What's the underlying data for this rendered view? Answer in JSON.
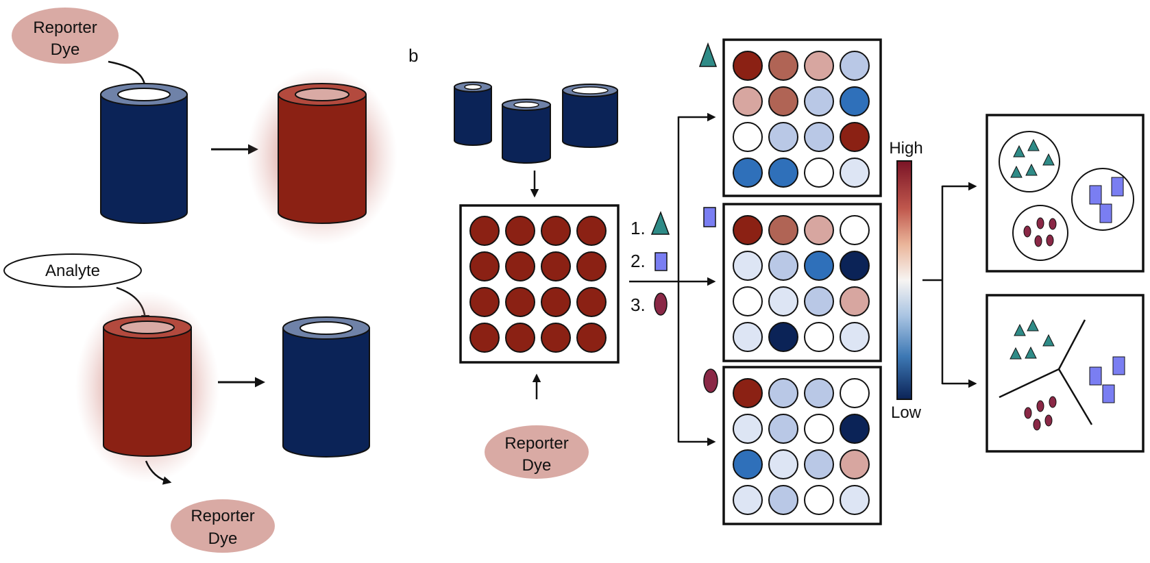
{
  "panel_b_label": "b",
  "left_panel": {
    "top_dye_label_line1": "Reporter",
    "top_dye_label_line2": "Dye",
    "analyte_label": "Analyte",
    "bottom_dye_label_line1": "Reporter",
    "bottom_dye_label_line2": "Dye"
  },
  "middle": {
    "dye_label_line1": "Reporter",
    "dye_label_line2": "Dye",
    "steps": [
      {
        "number": "1.",
        "shape": "triangle"
      },
      {
        "number": "2.",
        "shape": "square"
      },
      {
        "number": "3.",
        "shape": "ellipse"
      }
    ]
  },
  "colorbar": {
    "high_label": "High",
    "low_label": "Low"
  },
  "colors": {
    "dark_blue": "#0b2357",
    "rim_blue": "#6f82a8",
    "dark_red": "#8b2114",
    "rim_red": "#b34a3e",
    "dye_fill": "#d9aaa4",
    "teal": "#2f8b87",
    "lavender": "#7a7ef2",
    "maroon": "#8a2846"
  },
  "arrays": {
    "initial": [
      [
        "#8b2114",
        "#8b2114",
        "#8b2114",
        "#8b2114"
      ],
      [
        "#8b2114",
        "#8b2114",
        "#8b2114",
        "#8b2114"
      ],
      [
        "#8b2114",
        "#8b2114",
        "#8b2114",
        "#8b2114"
      ],
      [
        "#8b2114",
        "#8b2114",
        "#8b2114",
        "#8b2114"
      ]
    ],
    "triangle": [
      [
        "#8b2114",
        "#b06455",
        "#d7a6a0",
        "#b9c8e6"
      ],
      [
        "#d7a6a0",
        "#b06455",
        "#b9c8e6",
        "#2f70ba"
      ],
      [
        "#ffffff",
        "#b9c8e6",
        "#b9c8e6",
        "#8b2114"
      ],
      [
        "#2f70ba",
        "#2f70ba",
        "#ffffff",
        "#dde5f4"
      ]
    ],
    "square": [
      [
        "#8b2114",
        "#b06455",
        "#d7a6a0",
        "#ffffff"
      ],
      [
        "#dde5f4",
        "#b9c8e6",
        "#2f70ba",
        "#0b2357"
      ],
      [
        "#ffffff",
        "#dde5f4",
        "#b9c8e6",
        "#d7a6a0"
      ],
      [
        "#dde5f4",
        "#0b2357",
        "#ffffff",
        "#dde5f4"
      ]
    ],
    "ellipse": [
      [
        "#8b2114",
        "#b9c8e6",
        "#b9c8e6",
        "#ffffff"
      ],
      [
        "#dde5f4",
        "#b9c8e6",
        "#ffffff",
        "#0b2357"
      ],
      [
        "#2f70ba",
        "#dde5f4",
        "#b9c8e6",
        "#d7a6a0"
      ],
      [
        "#dde5f4",
        "#b9c8e6",
        "#ffffff",
        "#dde5f4"
      ]
    ]
  }
}
